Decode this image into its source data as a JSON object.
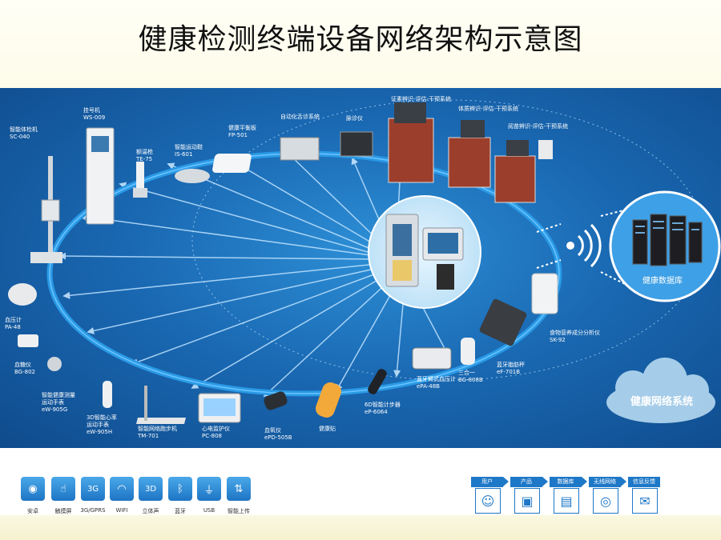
{
  "title": "健康检测终端设备网络架构示意图",
  "hub": {
    "label": "健康数据库"
  },
  "cloud": {
    "label": "健康网络系统"
  },
  "devices": [
    {
      "name": "智能体检机",
      "model": "SC-040"
    },
    {
      "name": "挂号机",
      "model": "WS-009"
    },
    {
      "name": "额温枪",
      "model": "TE-75"
    },
    {
      "name": "智能运动鞋",
      "model": "IS-601"
    },
    {
      "name": "健康平衡板",
      "model": "FP-501"
    },
    {
      "name": "自动化舌诊系统",
      "model": ""
    },
    {
      "name": "脉诊仪",
      "model": ""
    },
    {
      "name": "证素辨识-评估-干预系统",
      "model": ""
    },
    {
      "name": "体质辨识-评估-干预系统",
      "model": ""
    },
    {
      "name": "阅苗辨识-评估-干预系统",
      "model": ""
    },
    {
      "name": "血压计",
      "model": "PA-48"
    },
    {
      "name": "血糖仪",
      "model": "BG-802"
    },
    {
      "name": "智能健康测量运动手表",
      "model": "eW-905G"
    },
    {
      "name": "3D智能心率运动手表",
      "model": "eW-905H"
    },
    {
      "name": "智能网络跑步机",
      "model": "TM-701"
    },
    {
      "name": "心电监护仪",
      "model": "PC-808"
    },
    {
      "name": "血氧仪",
      "model": "ePD-505B"
    },
    {
      "name": "健康贴",
      "model": ""
    },
    {
      "name": "6D智能计步器",
      "model": "eP-6064"
    },
    {
      "name": "蓝牙臂式血压计",
      "model": "ePA-48B"
    },
    {
      "name": "三合一",
      "model": "BG-808B"
    },
    {
      "name": "蓝牙脂肪秤",
      "model": "eF-701B"
    },
    {
      "name": "食物营养成分分析仪",
      "model": "SK-92"
    }
  ],
  "features": [
    {
      "icon": "android-icon",
      "glyph": "◉",
      "label": "安卓"
    },
    {
      "icon": "touchscreen-icon",
      "glyph": "☝",
      "label": "触摸屏"
    },
    {
      "icon": "3g-icon",
      "glyph": "3G",
      "label": "3G/GPRS"
    },
    {
      "icon": "wifi-icon",
      "glyph": "◠",
      "label": "WIFI"
    },
    {
      "icon": "3d-sound-icon",
      "glyph": "3D",
      "label": "立体声"
    },
    {
      "icon": "bluetooth-icon",
      "glyph": "ᛒ",
      "label": "蓝牙"
    },
    {
      "icon": "usb-icon",
      "glyph": "⏚",
      "label": "USB"
    },
    {
      "icon": "upload-icon",
      "glyph": "⇅",
      "label": "智能上传"
    }
  ],
  "flow": [
    {
      "icon": "user-icon",
      "glyph": "☺",
      "label": "用户"
    },
    {
      "icon": "product-icon",
      "glyph": "▣",
      "label": "产品"
    },
    {
      "icon": "database-icon",
      "glyph": "▤",
      "label": "数据库"
    },
    {
      "icon": "wireless-icon",
      "glyph": "◎",
      "label": "无线网络"
    },
    {
      "icon": "feedback-icon",
      "glyph": "✉",
      "label": "信息反馈"
    }
  ],
  "colors": {
    "diagram_bg": "#1a69b3",
    "ring": "#2d9ce8",
    "accent": "#1e78c8"
  }
}
